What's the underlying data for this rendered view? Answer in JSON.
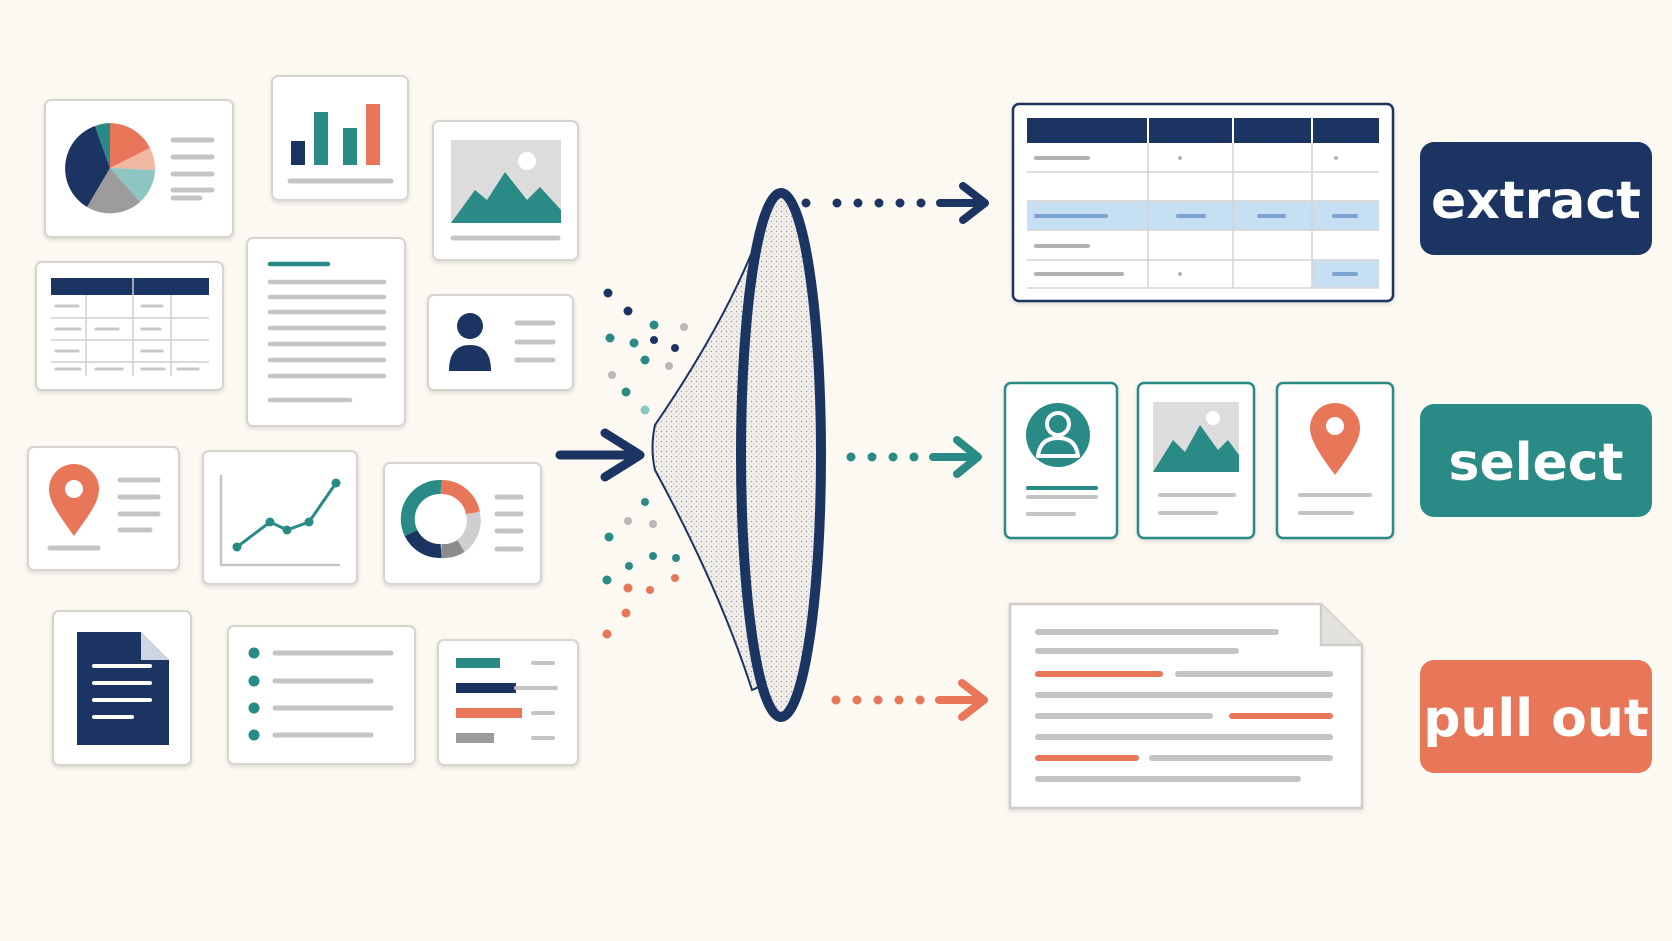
{
  "colors": {
    "background": "#fcf8f2",
    "navy": "#1b3461",
    "teal": "#2a8a86",
    "coral": "#e8775a",
    "gray": "#b8b8b8",
    "highlight": "#c6dff3"
  },
  "source_cards": [
    {
      "name": "pie-chart-card",
      "icon": "pie-chart-icon"
    },
    {
      "name": "bar-chart-card",
      "icon": "bar-chart-icon"
    },
    {
      "name": "image-card",
      "icon": "image-icon"
    },
    {
      "name": "table-card",
      "icon": "table-icon"
    },
    {
      "name": "text-document-card",
      "icon": "document-lines-icon"
    },
    {
      "name": "profile-card",
      "icon": "user-icon"
    },
    {
      "name": "location-card",
      "icon": "map-pin-icon"
    },
    {
      "name": "line-chart-card",
      "icon": "line-chart-icon"
    },
    {
      "name": "donut-chart-card",
      "icon": "donut-chart-icon"
    },
    {
      "name": "file-card",
      "icon": "file-icon"
    },
    {
      "name": "bullet-list-card",
      "icon": "bullet-list-icon"
    },
    {
      "name": "progress-bars-card",
      "icon": "horizontal-bars-icon"
    }
  ],
  "funnel": {
    "icon": "filter-funnel-icon"
  },
  "outputs": [
    {
      "label": "extract",
      "color": "#1b3461",
      "result": "highlighted-table"
    },
    {
      "label": "select",
      "color": "#2a8a86",
      "result": "selected-cards"
    },
    {
      "label": "pull out",
      "color": "#e8775a",
      "result": "highlighted-document"
    }
  ]
}
